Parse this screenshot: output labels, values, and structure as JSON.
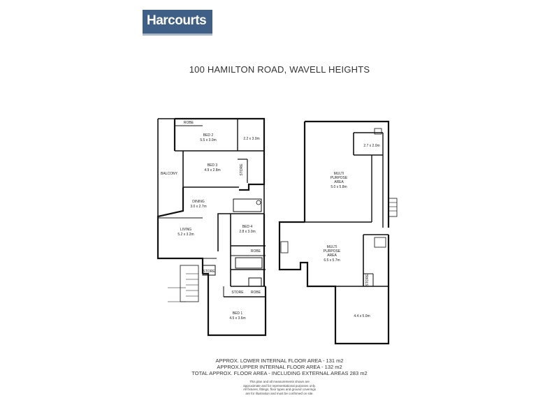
{
  "brand": {
    "logo_text": "Harcourts",
    "logo_sub": ""
  },
  "title": "100 HAMILTON ROAD, WAVELL HEIGHTS",
  "lower_floor": {
    "rooms": [
      {
        "id": "robe1",
        "name": "ROBE",
        "dims": ""
      },
      {
        "id": "bed2",
        "name": "BED 2",
        "dims": "5.5 x 3.0m"
      },
      {
        "id": "ens",
        "name": "",
        "dims": "2.2 x 3.0m"
      },
      {
        "id": "bed3",
        "name": "BED 3",
        "dims": "4.9 x 2.8m"
      },
      {
        "id": "store1",
        "name": "STORE",
        "dims": ""
      },
      {
        "id": "balcony",
        "name": "BALCONY",
        "dims": ""
      },
      {
        "id": "dining",
        "name": "DINING",
        "dims": "3.0 x 2.7m"
      },
      {
        "id": "living",
        "name": "LIVING",
        "dims": "5.2 x 3.2m"
      },
      {
        "id": "bed4",
        "name": "BED 4",
        "dims": "2.8 x 3.0m"
      },
      {
        "id": "robe2",
        "name": "ROBE",
        "dims": ""
      },
      {
        "id": "store2",
        "name": "STORE",
        "dims": ""
      },
      {
        "id": "store3",
        "name": "STORE",
        "dims": ""
      },
      {
        "id": "robe3",
        "name": "ROBE",
        "dims": ""
      },
      {
        "id": "bed1",
        "name": "BED 1",
        "dims": "4.5 x 3.6m"
      }
    ]
  },
  "upper_floor": {
    "rooms": [
      {
        "id": "mpa1",
        "name": "MULTI\nPURPOSE\nAREA",
        "dims": "5.0 x 5.8m"
      },
      {
        "id": "bath",
        "name": "",
        "dims": "2.7 x 2.0m"
      },
      {
        "id": "mpa2",
        "name": "MULTI\nPURPOSE\nAREA",
        "dims": "6.5 x 5.7m"
      },
      {
        "id": "store4",
        "name": "STORE",
        "dims": ""
      },
      {
        "id": "room",
        "name": "",
        "dims": "4.4 x 5.0m"
      }
    ]
  },
  "areas": {
    "lower": "APPROX. LOWER INTERNAL FLOOR AREA - 131 m2",
    "upper": "APPROX.UPPER INTERNAL FLOOR AREA - 132 m2",
    "total": "TOTAL APPROX. FLOOR AREA - INCLUDING EXTERNAL AREAS  283 m2"
  },
  "disclaimer": [
    "This plan and all measurements shown are",
    "approximate and for representational purposes only.",
    "All fixtures, fittings, floor types and ground coverings",
    "are for illustration and must be confirmed on site."
  ]
}
